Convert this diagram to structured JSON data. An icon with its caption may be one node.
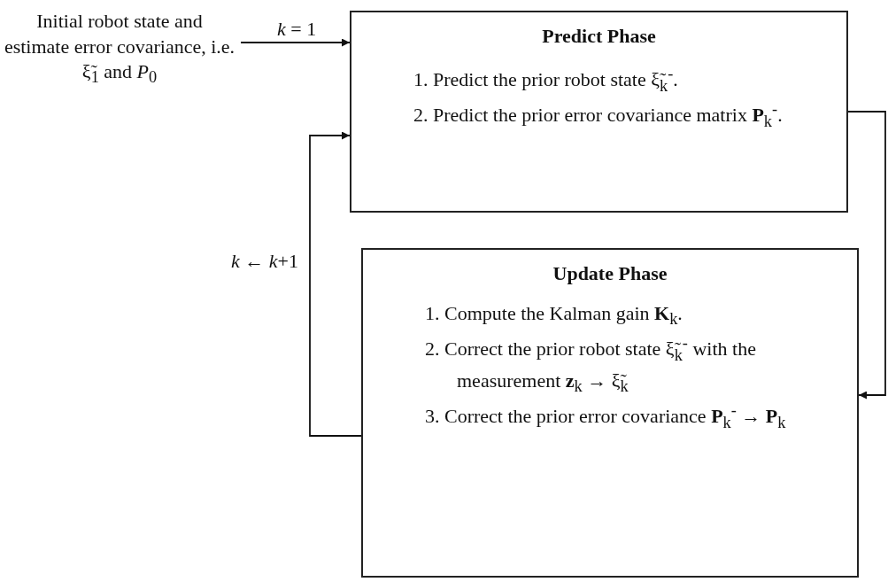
{
  "diagram": {
    "nodes": [
      {
        "text": [
          "Initial robot state and estimate error covariance, i.e. ξ̃$_{1}$ and *P*$_{0}$"
        ]
      },
      {
        "text": [
          "Predict Phase",
          "1. Predict the prior robot state ξ̃$_{k}$$^{-}$.",
          "2. Predict the prior error covariance matrix **P**$_{k}$$^{-}$."
        ]
      },
      {
        "text": [
          "Update Phase",
          "1. Compute the Kalman gain **K**$_{k}$.",
          "2. Correct the prior robot state ξ̃$_{k}$$^{-}$ with the measurement **z**$_{k}$ → ξ̃$_{k}$",
          "3. Correct the prior error covariance **P**$_{k}$$^{-}$ → **P**$_{k}$"
        ]
      }
    ],
    "edges": [
      {
        "from": 0,
        "to": 1,
        "arrow": "to",
        "label": "*k* = 1"
      },
      {
        "from": 1,
        "to": 2,
        "arrow": "to"
      },
      {
        "from": 2,
        "to": 1,
        "arrow": "to",
        "label": "*k* ← *k*+1"
      }
    ]
  }
}
